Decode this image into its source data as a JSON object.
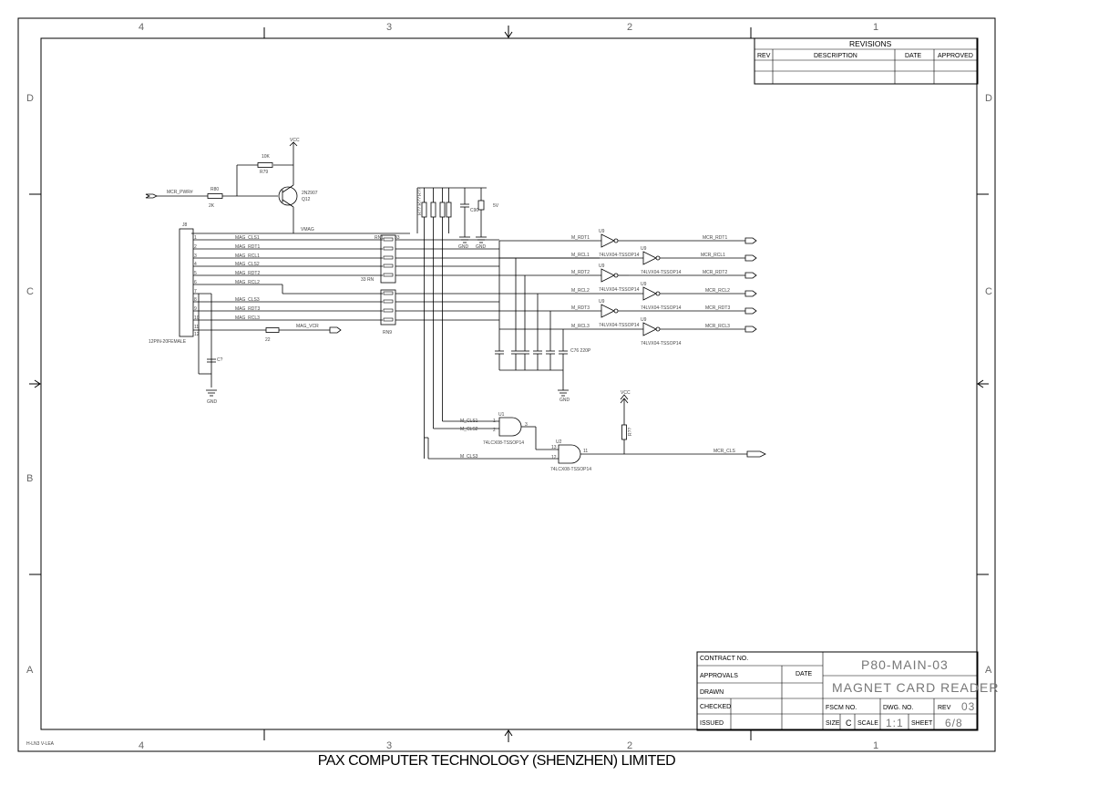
{
  "frame": {
    "zones_top": [
      "4",
      "3",
      "2",
      "1"
    ],
    "zones_side": [
      "D",
      "C",
      "B",
      "A"
    ],
    "bottom_left_note": "H-LN3 V-LEA"
  },
  "revisions": {
    "title": "REVISIONS",
    "columns": [
      "REV",
      "DESCRIPTION",
      "DATE",
      "APPROVED"
    ]
  },
  "title_block": {
    "contract_no": "CONTRACT NO.",
    "approvals": "APPROVALS",
    "date": "DATE",
    "drawn": "DRAWN",
    "checked": "CHECKED",
    "issued": "ISSUED",
    "drawing_no": "P80-MAIN-03",
    "drawing_title": "MAGNET CARD READER",
    "fscm_no": "FSCM NO.",
    "dwg_no": "DWG. NO.",
    "rev_label": "REV",
    "rev_value": "03",
    "size_label": "SIZE",
    "size_value": "C",
    "scale_label": "SCALE",
    "scale_value": "1:1",
    "sheet_label": "SHEET",
    "sheet_value": "6/8"
  },
  "footer": "PAX COMPUTER TECHNOLOGY (SHENZHEN)  LIMITED",
  "schematic": {
    "vcc": "VCC",
    "r_bias_value": "10K",
    "r_bias_ref": "R79",
    "r_base_ref": "R80",
    "r_base_value": "2K",
    "pwr_net": "MCR_PWR#",
    "q_ref": "2N2907",
    "q_ref2": "Q12",
    "vmag": "VMAG",
    "connector_ref": "J8",
    "connector_name": "12PIN-20FEMALE",
    "pins": [
      "1",
      "2",
      "3",
      "4",
      "5",
      "6",
      "7",
      "8",
      "9",
      "10",
      "11",
      "12"
    ],
    "mag_nets": [
      "MAG_CLS1",
      "MAG_RDT1",
      "MAG_RCL1",
      "MAG_CLS2",
      "MAG_RDT2",
      "MAG_RCL2",
      "MAG_CLS3",
      "MAG_RDT3",
      "MAG_RCL3"
    ],
    "mag_vcr": "MAG_VCR",
    "r_vcr_value": "22",
    "c_filter": "C?",
    "gnd": "GND",
    "rn_top": "RN1",
    "rn_top_value": "33",
    "rn_bottom": "RN9",
    "rn_side": "33 RN",
    "pullup_label": "R?? R?? R??",
    "cap_label": "C90",
    "five_v": "5V",
    "mnets": [
      "M_RDT1",
      "M_RCL1",
      "M_RDT2",
      "M_RCL2",
      "M_RDT3",
      "M_RCL3"
    ],
    "inverter_ref": "U9",
    "inverter_part": "74LVX04-TSSOP14",
    "mcr_out": [
      "MCR_RDT1",
      "MCR_RCL1",
      "MCR_RDT2",
      "MCR_RCL2",
      "MCR_RDT3",
      "MCR_RCL3"
    ],
    "cap_bank_label": "C76 220P",
    "and_ref": "U1",
    "and_part": "74LCX08-TSSOP14",
    "and_in": [
      "M_CLS1",
      "M_CLS2"
    ],
    "and2_ref": "U2",
    "mcls3": "M_CLS3",
    "cls_out": "MCR_CLS",
    "r_pull_ref": "R??",
    "pins_and": [
      "1",
      "2",
      "3",
      "13",
      "12",
      "11"
    ]
  }
}
